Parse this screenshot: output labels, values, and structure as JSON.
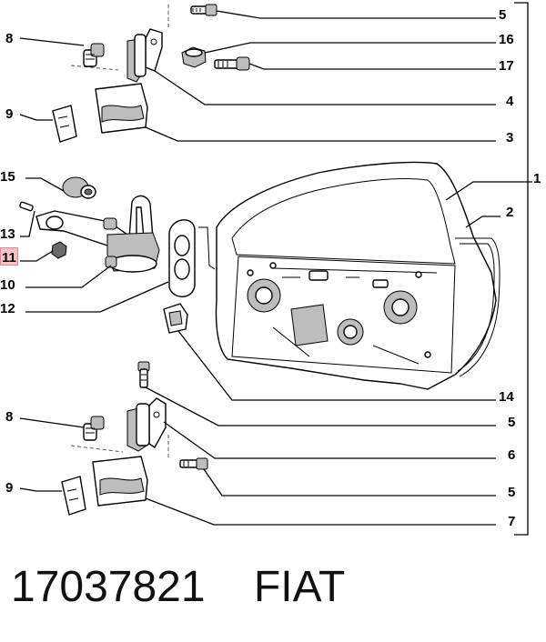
{
  "callouts": [
    {
      "id": "c5a",
      "label": "5"
    },
    {
      "id": "c16",
      "label": "16"
    },
    {
      "id": "c17",
      "label": "17"
    },
    {
      "id": "c4",
      "label": "4"
    },
    {
      "id": "c3",
      "label": "3"
    },
    {
      "id": "c1",
      "label": "1"
    },
    {
      "id": "c2",
      "label": "2"
    },
    {
      "id": "c8a",
      "label": "8"
    },
    {
      "id": "c9a",
      "label": "9"
    },
    {
      "id": "c15",
      "label": "15"
    },
    {
      "id": "c13",
      "label": "13"
    },
    {
      "id": "c11",
      "label": "11"
    },
    {
      "id": "c10",
      "label": "10"
    },
    {
      "id": "c12",
      "label": "12"
    },
    {
      "id": "c14",
      "label": "14"
    },
    {
      "id": "c5b",
      "label": "5"
    },
    {
      "id": "c6",
      "label": "6"
    },
    {
      "id": "c5c",
      "label": "5"
    },
    {
      "id": "c7",
      "label": "7"
    },
    {
      "id": "c8b",
      "label": "8"
    },
    {
      "id": "c9b",
      "label": "9"
    }
  ],
  "caption": "17037821    FIAT",
  "highlighted_label": "11",
  "colors": {
    "highlight": "#f4c2c7",
    "ink": "#000000"
  }
}
